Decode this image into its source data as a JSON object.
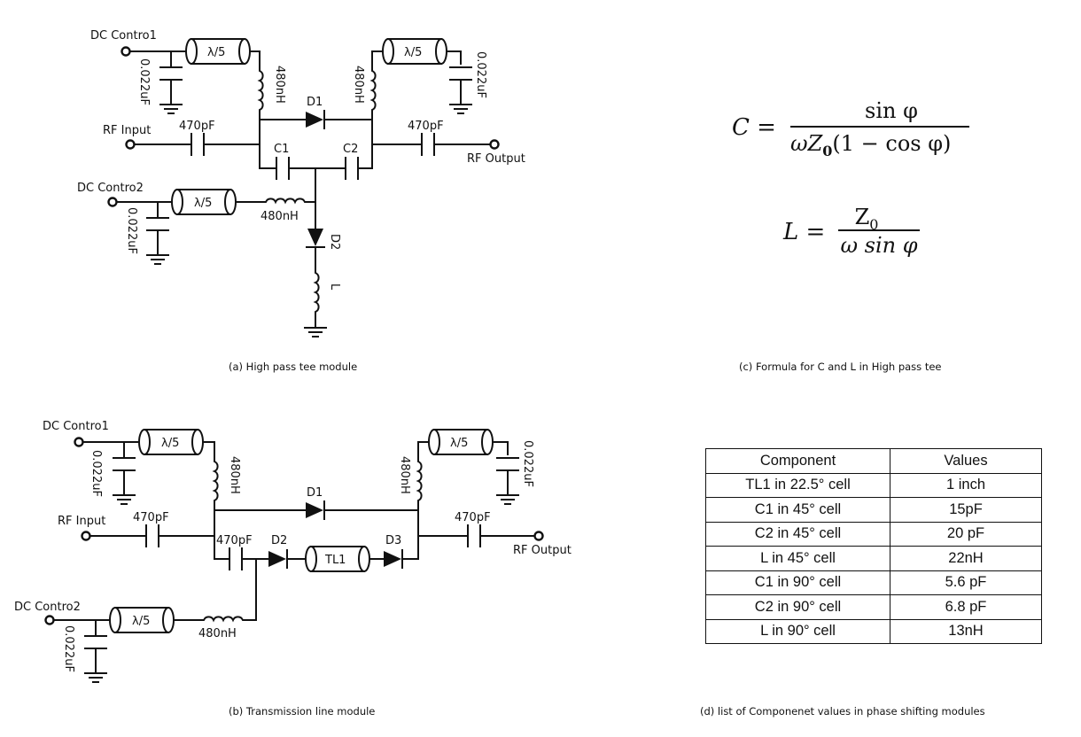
{
  "panel_a": {
    "caption": "(a) High pass tee module",
    "labels": {
      "dc_control1": "DC Contro1",
      "dc_control2": "DC Contro2",
      "rf_input": "RF Input",
      "rf_output": "RF Output",
      "tline": "λ/5",
      "bias_cap": "0.022uF",
      "choke": "480nH",
      "dc_block": "470pF",
      "d1": "D1",
      "d2": "D2",
      "c1": "C1",
      "c2": "C2",
      "l": "L"
    }
  },
  "panel_b": {
    "caption": "(b) Transmission line module",
    "labels": {
      "dc_control1": "DC Contro1",
      "dc_control2": "DC Contro2",
      "rf_input": "RF Input",
      "rf_output": "RF Output",
      "tline": "λ/5",
      "bias_cap": "0.022uF",
      "choke": "480nH",
      "dc_block": "470pF",
      "d1": "D1",
      "d2": "D2",
      "d3": "D3",
      "tl1": "TL1"
    }
  },
  "panel_c": {
    "caption": "(c) Formula for C and L in High pass tee",
    "formula_c": {
      "lhs": "C =",
      "numerator": "sin φ",
      "denominator_pre": "ωZ",
      "denominator_sub": "0",
      "denominator_post": "(1 − cos φ)"
    },
    "formula_l": {
      "lhs": "L =",
      "numerator_main": "Z",
      "numerator_sub": "0",
      "denominator": "ω sin φ"
    }
  },
  "panel_d": {
    "caption": "(d) list of Componenet values in phase shifting modules",
    "headers": [
      "Component",
      "Values"
    ],
    "rows": [
      [
        "TL1 in 22.5° cell",
        "1 inch"
      ],
      [
        "C1 in 45° cell",
        "15pF"
      ],
      [
        "C2 in 45° cell",
        "20 pF"
      ],
      [
        "L in 45° cell",
        "22nH"
      ],
      [
        "C1 in 90° cell",
        "5.6 pF"
      ],
      [
        "C2 in 90° cell",
        "6.8 pF"
      ],
      [
        "L in 90° cell",
        "13nH"
      ]
    ]
  }
}
